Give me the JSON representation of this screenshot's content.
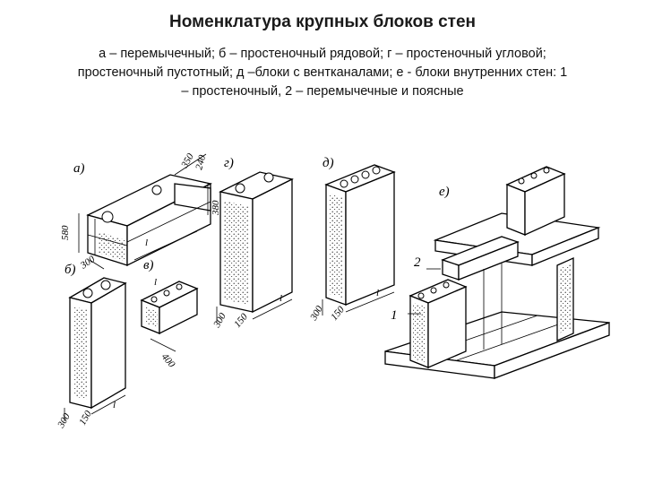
{
  "title": "Номенклатура крупных блоков стен",
  "caption": {
    "line1": "а – перемычечный; б – простеночный рядовой; г – простеночный угловой;",
    "line2": "простеночный пустотный; д –блоки с вентканалами; е - блоки внутренних стен: 1",
    "line3": "– простеночный, 2 – перемычечные и поясные"
  },
  "figure": {
    "labels": {
      "a": "а)",
      "b": "б)",
      "v": "в)",
      "g": "г)",
      "d": "д)",
      "e": "е)",
      "one": "1",
      "two": "2"
    },
    "dims": {
      "a_580": "580",
      "a_350": "350",
      "a_240": "240",
      "a_380": "380",
      "a_l": "l",
      "a_300": "300",
      "b_300": "300",
      "b_150": "150",
      "b_l": "l",
      "v_400": "400",
      "v_l": "l",
      "g_300": "300",
      "g_150": "150",
      "g_l": "l",
      "d_300": "300",
      "d_150": "150",
      "d_l": "l"
    }
  }
}
